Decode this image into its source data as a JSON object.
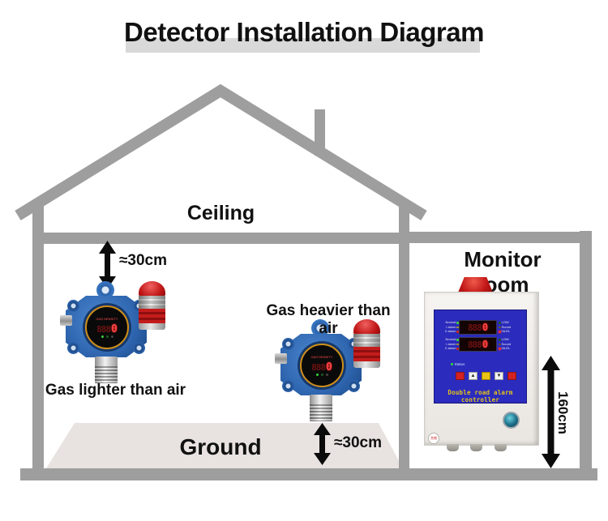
{
  "title": "Detector Installation Diagram",
  "labels": {
    "ceiling": "Ceiling",
    "ground": "Ground",
    "monitor_room": "Monitor room"
  },
  "annotations": {
    "ceiling_clearance": "≈30cm",
    "ground_clearance": "≈30cm",
    "controller_height": "160cm"
  },
  "detectors": [
    {
      "label": "Gas lighter than air",
      "display_title": "GAS DENSITY",
      "display_dim": "888",
      "display_bright": "0"
    },
    {
      "label": "Gas heavier than air",
      "display_title": "GAS DENSITY",
      "display_dim": "888",
      "display_bright": "0"
    }
  ],
  "controller": {
    "nameplate": "Double road alarm controller",
    "status_label": "Status",
    "channel_left_labels": [
      "Normal",
      "I alarm",
      "II alarm"
    ],
    "channel_right_labels": [
      "LOW",
      "Sound",
      "%LEL"
    ],
    "display_dim": "888",
    "display_bright": "0",
    "button_glyphs": [
      "",
      "▲",
      "",
      "▼",
      ""
    ],
    "qc_sticker": "合格"
  },
  "colors": {
    "structure_gray": "#9e9e9e",
    "title_bar_gray": "#d9d9d9",
    "ground_fill": "#e8e3e0",
    "detector_blue": "#2d64ad",
    "alarm_red": "#c01616",
    "panel_blue": "#2b2bbe",
    "digit_red": "#ff4545",
    "nameplate_yellow": "#e6c418"
  }
}
